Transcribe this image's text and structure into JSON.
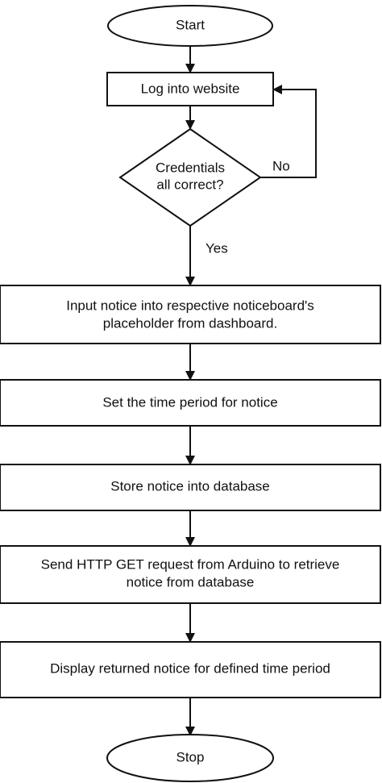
{
  "flowchart": {
    "start": "Start",
    "login": "Log into website",
    "decision_line1": "Credentials",
    "decision_line2": "all correct?",
    "no_label": "No",
    "yes_label": "Yes",
    "input_line1": "Input notice into respective noticeboard's",
    "input_line2": "placeholder from dashboard.",
    "set_time": "Set the time period for notice",
    "store": "Store notice into database",
    "request_line1": "Send HTTP GET request from Arduino to retrieve",
    "request_line2": "notice from database",
    "display": "Display returned notice for defined time period",
    "stop": "Stop"
  }
}
